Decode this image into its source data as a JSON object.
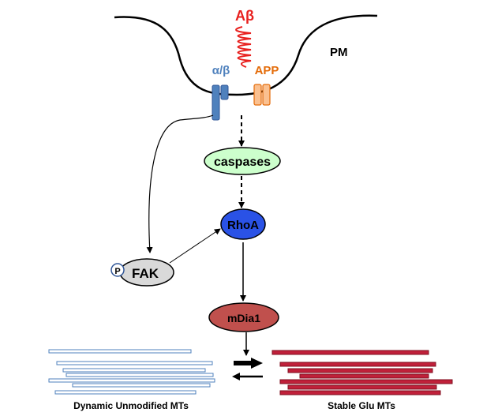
{
  "labels": {
    "abeta": "Aβ",
    "pm": "PM",
    "integrin": "α/β",
    "app": "APP",
    "caspases": "caspases",
    "rhoa": "RhoA",
    "fak": "FAK",
    "phospho": "P",
    "mdia1": "mDia1",
    "dynamic_mts": "Dynamic Unmodified MTs",
    "stable_mts": "Stable Glu MTs"
  },
  "colors": {
    "abeta": "#e8201e",
    "integrin": "#4f81bd",
    "app": "#f79646",
    "caspases_fill": "#ccffcc",
    "rhoa_fill": "#2a52e6",
    "fak_fill": "#d9d9d9",
    "mdia1_fill": "#c0504d",
    "dynamic_mt": "#4f81bd",
    "stable_mt": "#c0203a"
  }
}
